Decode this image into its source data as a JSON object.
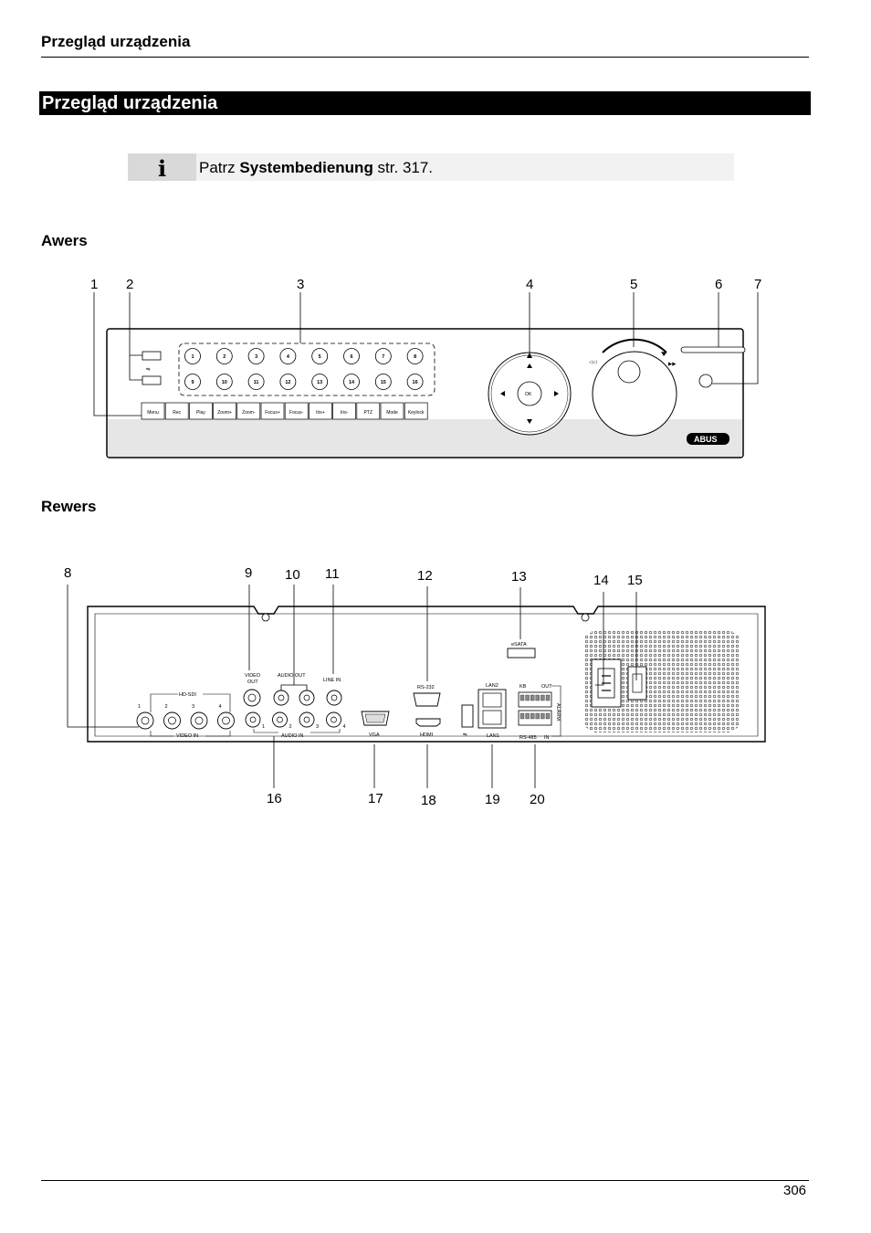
{
  "header": {
    "running_title": "Przegląd urządzenia"
  },
  "section": {
    "title": "Przegląd urządzenia"
  },
  "note": {
    "icon": "info-icon",
    "prefix": "Patrz ",
    "bold": "Systembedienung",
    "suffix": " str. 317."
  },
  "front": {
    "heading": "Awers",
    "callouts": [
      "1",
      "2",
      "3",
      "4",
      "5",
      "6",
      "7"
    ],
    "number_buttons": [
      "1",
      "2",
      "3",
      "4",
      "5",
      "6",
      "7",
      "8",
      "9",
      "10",
      "11",
      "12",
      "13",
      "14",
      "15",
      "16"
    ],
    "function_buttons": [
      "Menu",
      "Rec",
      "Play",
      "Zoom+",
      "Zoom-",
      "Focus+",
      "Focus-",
      "Iris+",
      "Iris-",
      "PTZ",
      "Mode",
      "Keylock"
    ],
    "ok_label": "OK",
    "brand": "ABUS"
  },
  "rear": {
    "heading": "Rewers",
    "callouts_top": [
      "8",
      "9",
      "10",
      "11",
      "12",
      "13",
      "14",
      "15"
    ],
    "callouts_bottom": [
      "16",
      "17",
      "18",
      "19",
      "20"
    ],
    "labels": {
      "hdsdi": "HD-SDI",
      "video_in": "VIDEO IN",
      "video_out_1": "VIDEO",
      "video_out_2": "OUT",
      "audio_out": "AUDIO OUT",
      "line_in": "LINE IN",
      "audio_in": "AUDIO IN",
      "rs232": "RS-232",
      "vga": "VGA",
      "hdmi": "HDMI",
      "lan2": "LAN2",
      "lan1": "LAN1",
      "esata": "eSATA",
      "kb": "KB",
      "out": "OUT",
      "in": "IN",
      "rs485": "RS-485",
      "alarm": "ALARM"
    },
    "sdi_numbers": [
      "1",
      "2",
      "3",
      "4"
    ],
    "audio_numbers": [
      "1",
      "2",
      "3",
      "4"
    ]
  },
  "footer": {
    "page": "306"
  }
}
